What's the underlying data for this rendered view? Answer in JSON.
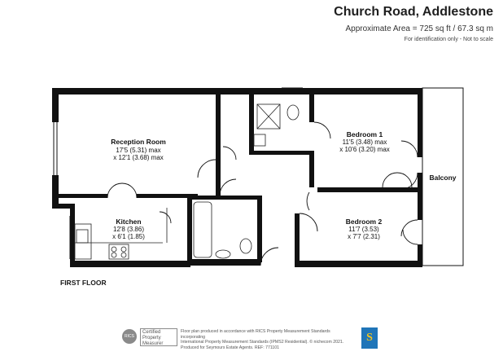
{
  "header": {
    "title": "Church Road, Addlestone",
    "area": "Approximate Area = 725 sq ft / 67.3 sq m",
    "note": "For identification only - Not to scale"
  },
  "rooms": {
    "reception": {
      "name": "Reception Room",
      "dim1": "17'5 (5.31) max",
      "dim2": "x 12'1 (3.68) max"
    },
    "bedroom1": {
      "name": "Bedroom 1",
      "dim1": "11'5 (3.48) max",
      "dim2": "x 10'6 (3.20) max"
    },
    "kitchen": {
      "name": "Kitchen",
      "dim1": "12'8 (3.86)",
      "dim2": "x 6'1 (1.85)"
    },
    "bedroom2": {
      "name": "Bedroom 2",
      "dim1": "11'7 (3.53)",
      "dim2": "x 7'7 (2.31)"
    },
    "balcony": {
      "name": "Balcony"
    }
  },
  "floor_label": "FIRST FLOOR",
  "footer": {
    "rics": "RICS",
    "badge": "Certified Property Measurer",
    "line1": "Floor plan produced in accordance with RICS Property Measurement Standards incorporating",
    "line2": "International Property Measurement Standards (IPMS2 Residential). © nichecom 2021.",
    "line3": "Produced for Seymours Estate Agents.   REF: 771101",
    "brand": "S"
  },
  "colors": {
    "wall": "#111111",
    "brand_blue": "#1f75b8",
    "brand_yellow": "#f3c31d"
  }
}
